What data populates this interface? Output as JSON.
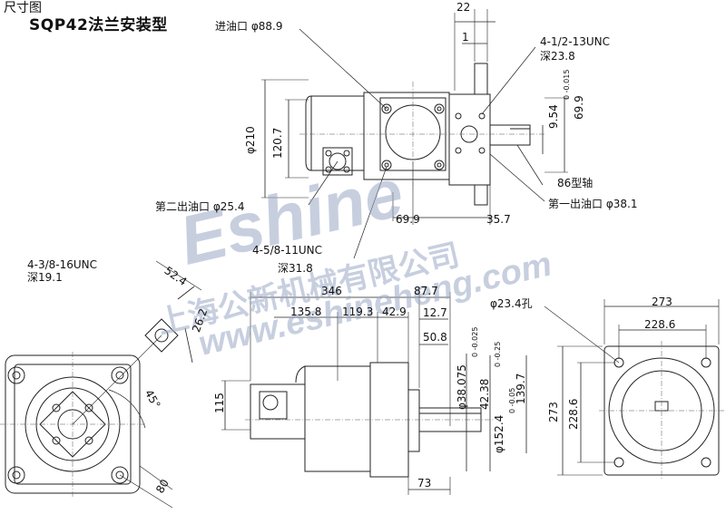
{
  "header": {
    "title": "尺寸图",
    "subtitle": "SQP42法兰安装型"
  },
  "watermark": {
    "brand": "Eshine",
    "company": "上海公新机械有限公司",
    "url": "www.eshineheng.com",
    "color": "#9aa9c6"
  },
  "top_view": {
    "inlet": "进油口 φ88.9",
    "dim_22": "22",
    "dim_1": "1",
    "thread_top": "4-1/2-13UNC",
    "depth_top": "深23.8",
    "dim_954": "9.54",
    "dim_954_tol": "0 -0.015",
    "dim_699_r": "69.9",
    "dia_210": "φ210",
    "dim_1207": "120.7",
    "shaft_86": "86型轴",
    "outlet2": "第二出油口 φ25.4",
    "outlet1": "第一出油口 φ38.1",
    "dim_699_b": "69.9",
    "dim_357": "35.7",
    "thread_mid": "4-5/8-11UNC",
    "depth_mid": "深31.8"
  },
  "left_view": {
    "thread": "4-3/8-16UNC",
    "depth": "深19.1",
    "dim_524": "52.4",
    "dim_262": "26.2",
    "angle": "45°",
    "dim_80": "80"
  },
  "front_view": {
    "dim_346": "346",
    "dim_877": "87.7",
    "dim_1358": "135.8",
    "dim_1193": "119.3",
    "dim_429": "42.9",
    "dim_127": "12.7",
    "dim_508": "50.8",
    "dim_115": "115",
    "dia_38075": "φ38.075",
    "dia_38075_tol": "0 -0.025",
    "dim_4238": "42.38",
    "dim_4238_tol": "0 -0.25",
    "dim_1397": "139.7",
    "dia_1524": "φ152.4",
    "dia_1524_tol": "0 -0.05",
    "dim_73": "73"
  },
  "right_view": {
    "hole": "φ23.4孔",
    "dim_273_top": "273",
    "dim_2286_top": "228.6",
    "dim_273_left": "273",
    "dim_2286_left": "228.6"
  }
}
